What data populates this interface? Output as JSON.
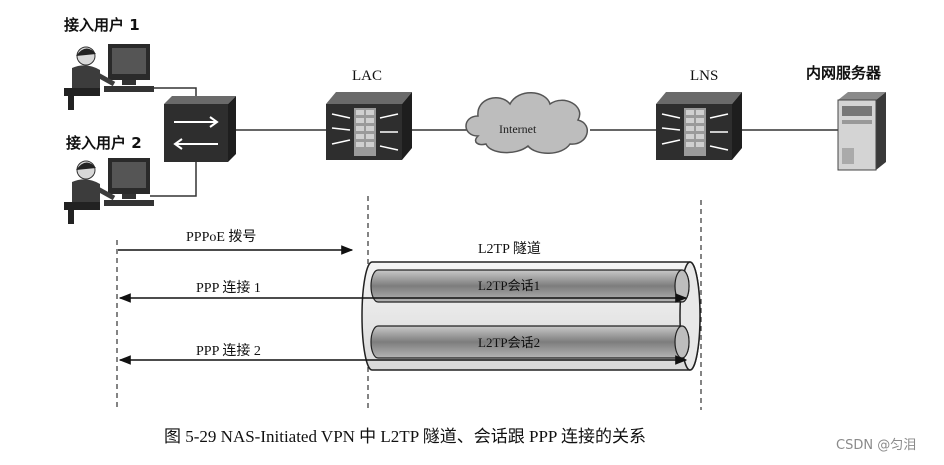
{
  "labels": {
    "user1": "接入用户 1",
    "user2": "接入用户 2",
    "lac": "LAC",
    "lns": "LNS",
    "server": "内网服务器",
    "internet": "Internet",
    "pppoe": "PPPoE 拨号",
    "tunnel": "L2TP 隧道",
    "ppp1": "PPP 连接 1",
    "ppp2": "PPP 连接 2",
    "session1": "L2TP会话1",
    "session2": "L2TP会话2"
  },
  "caption": "图 5-29    NAS-Initiated VPN 中 L2TP 隧道、会话跟 PPP 连接的关系",
  "watermark": "CSDN @匀泪",
  "icons": [
    "computer-user-icon",
    "switch-icon",
    "router-firewall-icon",
    "cloud-icon",
    "server-icon"
  ],
  "colors": {
    "session_fill": "#8c8c8c",
    "tunnel_stroke": "#222222"
  }
}
